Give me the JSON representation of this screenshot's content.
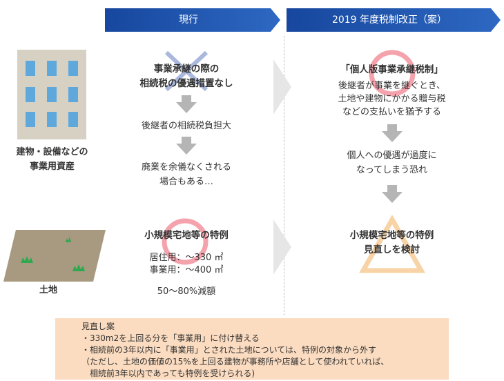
{
  "headers": {
    "current": "現行",
    "reform": "2019 年度税制改正（案）"
  },
  "left": {
    "building_label": [
      "建物・設備などの",
      "事業用資産"
    ],
    "land_label": "土地"
  },
  "current": {
    "no_measure": [
      "事業承継の際の",
      "相続税の優遇措置なし"
    ],
    "burden": "後継者の相続税負担大",
    "forced": [
      "廃業を余儀なくされる",
      "場合もある…"
    ],
    "special_title": "小規模宅地等の特例",
    "residential": "居住用：～330 ㎡",
    "business": "事業用：～400 ㎡",
    "reduction": "50～80%減額"
  },
  "reform": {
    "title": "「個人版事業承継税制」",
    "desc": [
      "後継者が事業を継ぐとき、",
      "土地や建物にかかる贈与税",
      "などの支払いを猶予する"
    ],
    "risk": [
      "個人への優遇が過度に",
      "なってしまう恐れ"
    ],
    "review": [
      "小規模宅地等の特例",
      "見直しを検討"
    ]
  },
  "note": {
    "title": "見直し案",
    "lines": [
      "・330m2を上回る分を「事業用」に付け替える",
      "・相続前の3年以内に「事業用」とされた土地については、特例の対象から外す",
      "（ただし、土地の価値の15%を上回る建物が事務所や店舗として使われていれば、",
      "相続前3年以内であっても特例を受けられる)"
    ]
  },
  "colors": {
    "header": "#1f56ae",
    "circle": "#f4a3ad",
    "cross": "#aab8de",
    "triangle": "#f7d3a6",
    "note_bg": "#fbdcc0",
    "arrow": "#b5b5b5"
  }
}
